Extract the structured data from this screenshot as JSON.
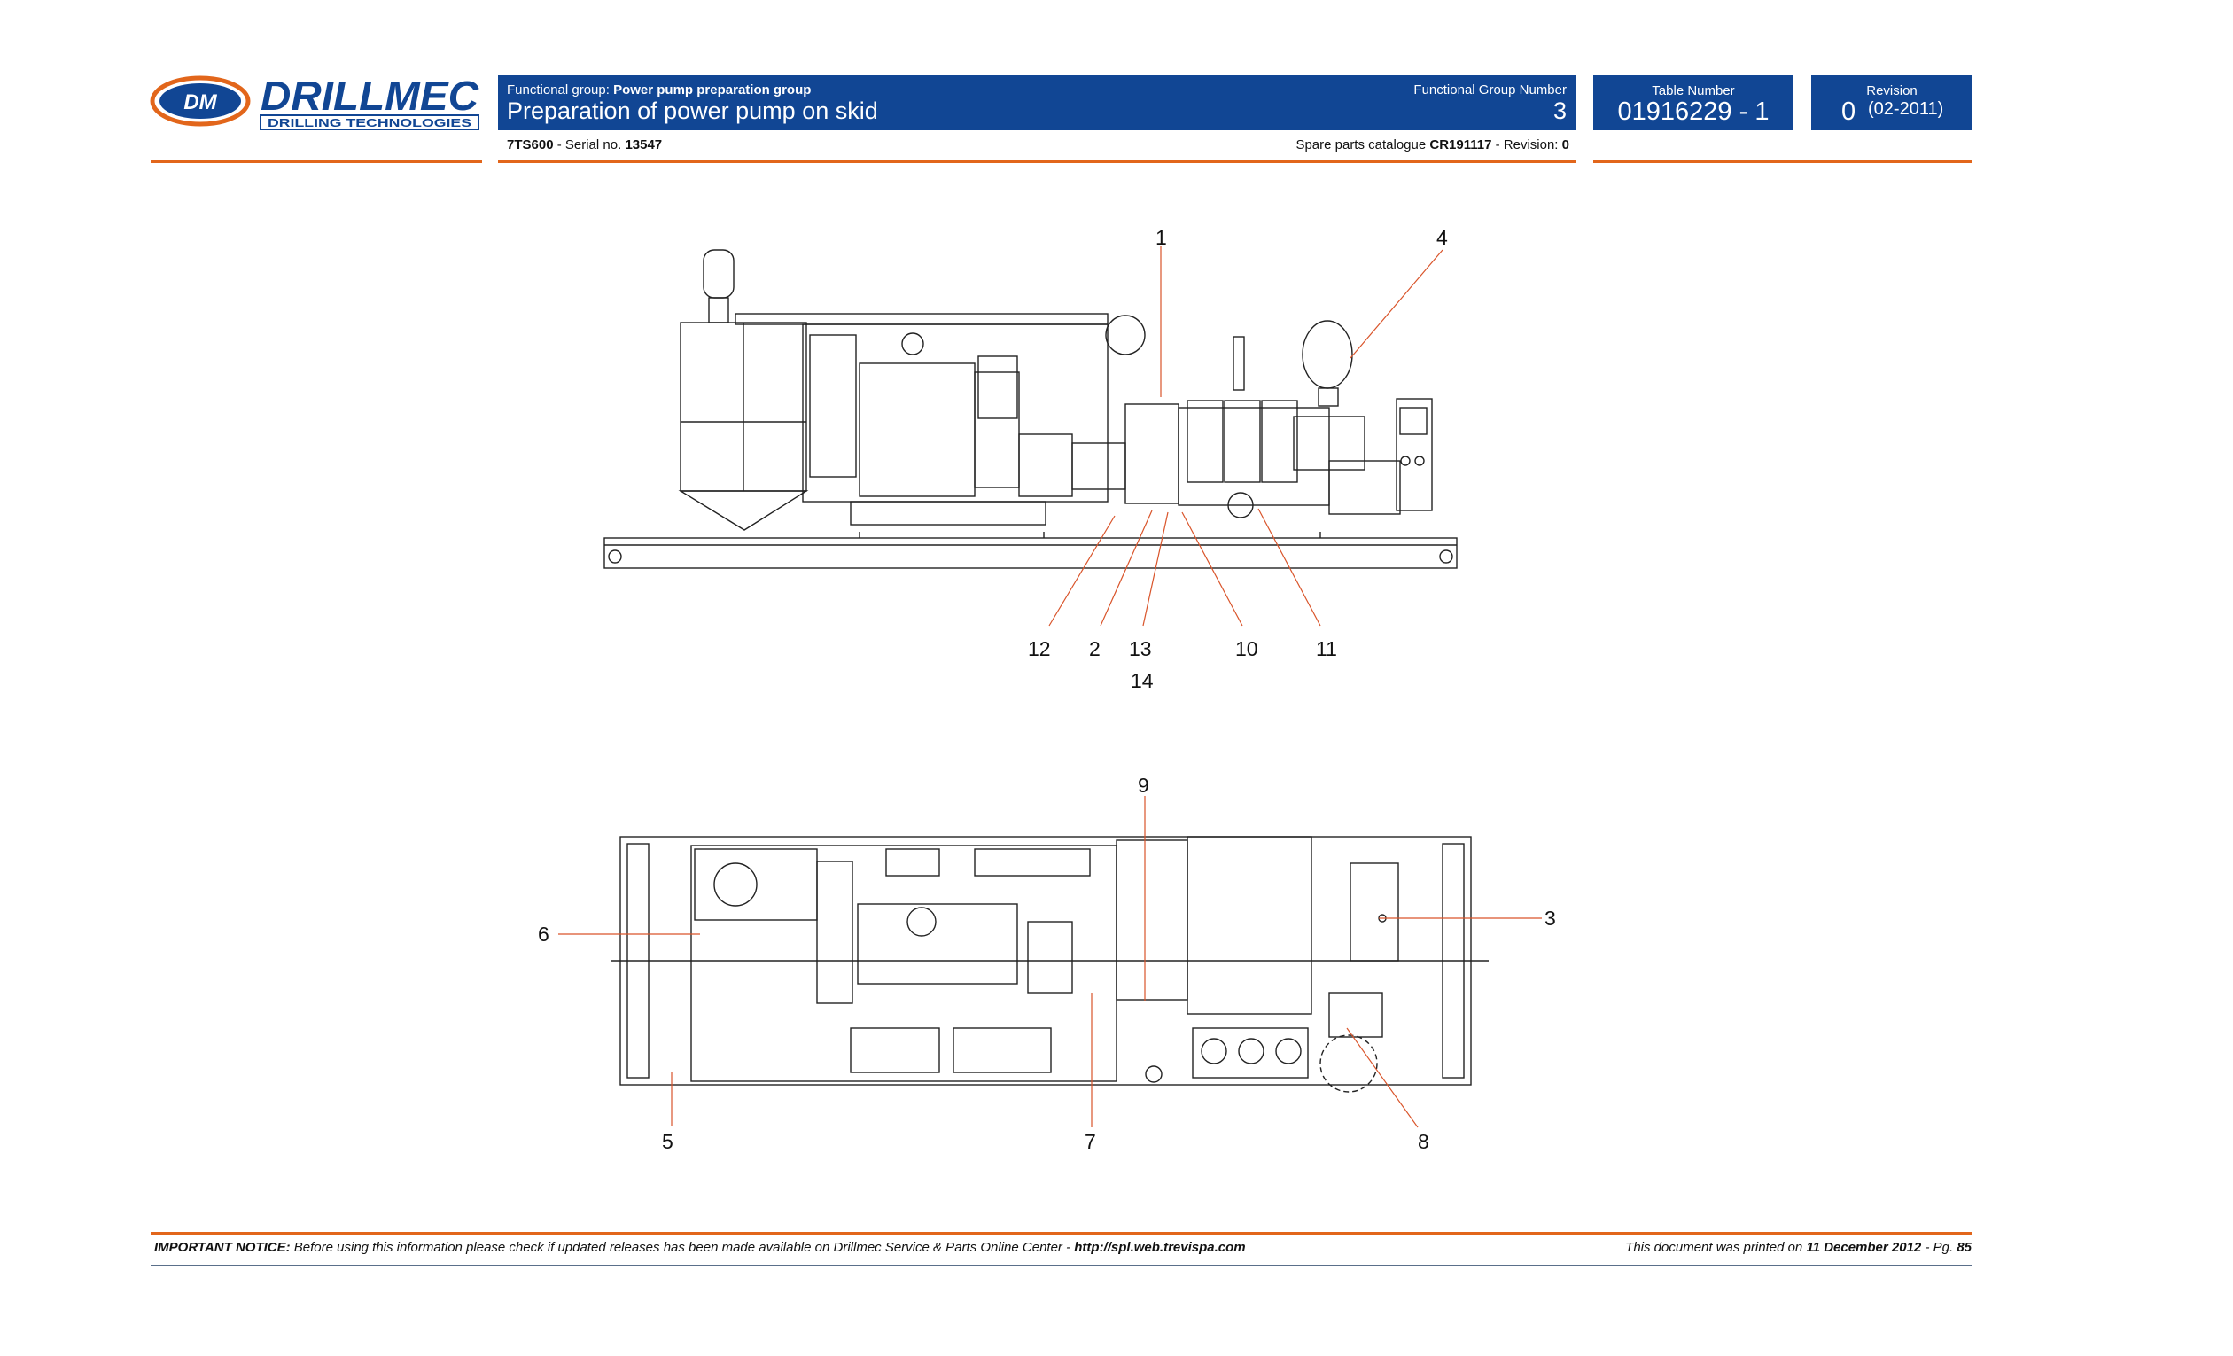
{
  "header": {
    "functional_group_prefix": "Functional group:",
    "functional_group": "Power pump preparation group",
    "title": "Preparation of power pump on skid",
    "functional_group_number_label": "Functional Group Number",
    "functional_group_number": "3",
    "table_number_label": "Table Number",
    "table_number": "01916229 - 1",
    "revision_label": "Revision",
    "revision_number": "0",
    "revision_date": "(02-2011)"
  },
  "logo": {
    "wordmark": "DRILLMEC",
    "tagline": "DRILLING TECHNOLOGIES",
    "emblem": "DM"
  },
  "subheader": {
    "model": "7TS600",
    "serial_prefix": "- Serial no.",
    "serial": "13547",
    "catalogue_prefix": "Spare parts catalogue",
    "catalogue": "CR191117",
    "revision_prefix": "- Revision:",
    "revision": "0"
  },
  "callouts": {
    "side_view": [
      "1",
      "4",
      "12",
      "2",
      "13",
      "14",
      "10",
      "11"
    ],
    "top_view": [
      "9",
      "6",
      "3",
      "5",
      "7",
      "8"
    ]
  },
  "footer": {
    "notice_label": "IMPORTANT NOTICE:",
    "notice_text": "Before using this information please check if updated releases has been made available on Drillmec Service & Parts Online Center -",
    "url": "http://spl.web.trevispa.com",
    "printed_prefix": "This document was printed on",
    "printed_date": "11 December 2012",
    "page_prefix": "- Pg.",
    "page": "85"
  },
  "colors": {
    "header_blue": "#114694",
    "accent_orange": "#e2661b",
    "logo_orange": "#e2661b"
  }
}
